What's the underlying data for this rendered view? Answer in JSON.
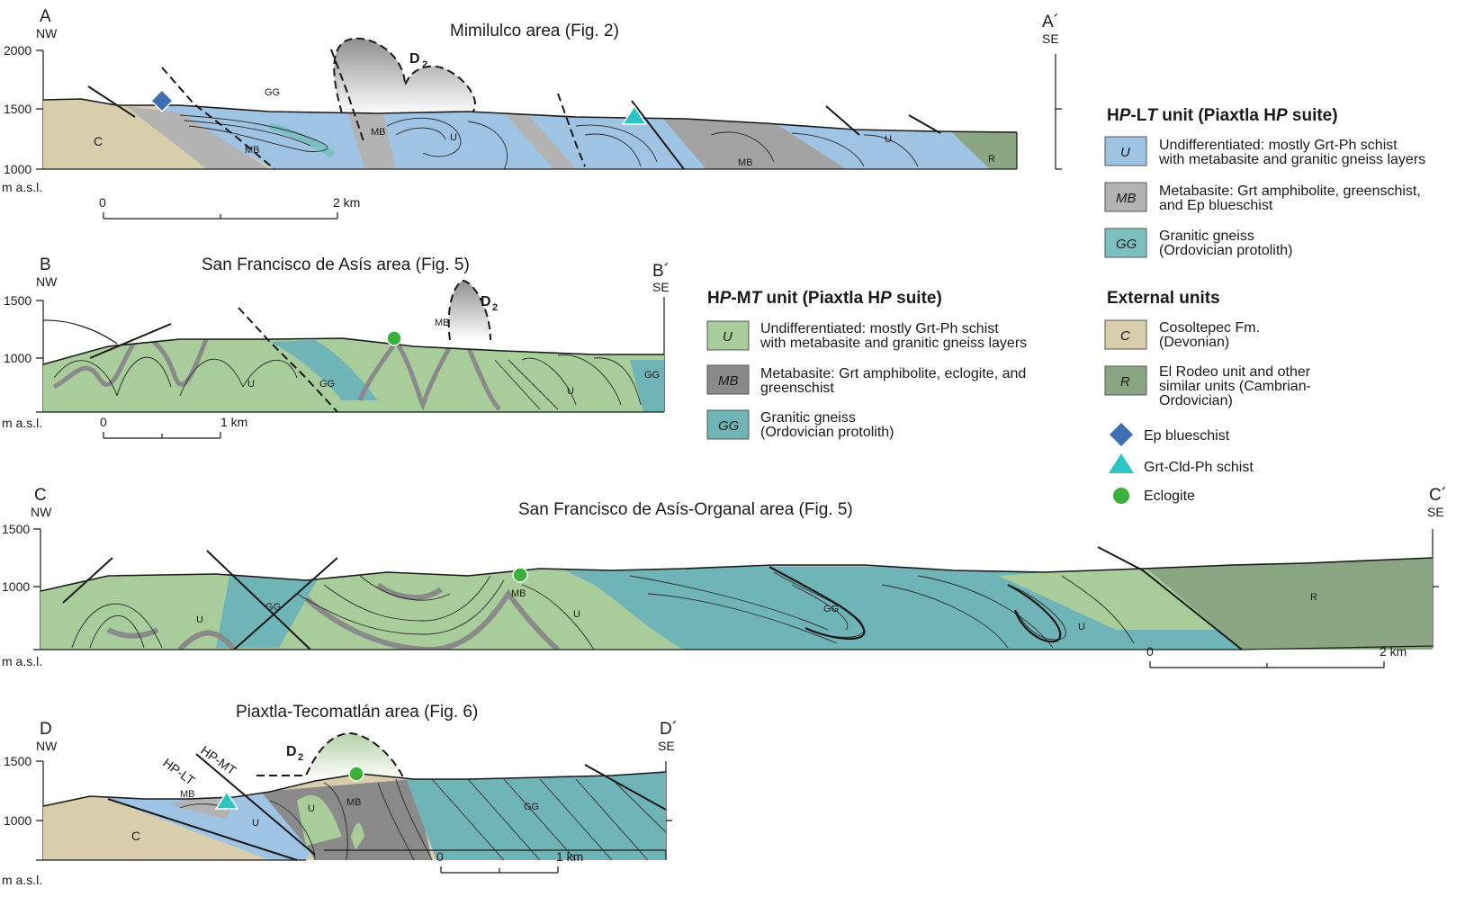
{
  "colors": {
    "hplt_u": "#9fc3e3",
    "metabasite": "#b3b3b3",
    "metabasite_dark": "#8a8a8a",
    "hplt_gg": "#7cbfc0",
    "hpmt_u": "#a8cc9a",
    "hpmt_gg": "#6fb4b6",
    "cosoltepec": "#d8ceab",
    "rodeo": "#8aa581",
    "blueschist": "#3f6fb0",
    "grt_cld": "#2ec4c4",
    "eclogite": "#3cb03c"
  },
  "sectionA": {
    "left_letter": "A",
    "left_dir": "NW",
    "right_letter": "A´",
    "right_dir": "SE",
    "title": "Mimilulco area (Fig. 2)",
    "y_ticks": [
      "2000",
      "1500",
      "1000"
    ],
    "unit": "m a.s.l.",
    "scale": [
      "0",
      "2 km"
    ],
    "labels": {
      "c": "C",
      "mb1": "MB",
      "gg": "GG",
      "mb2": "MB",
      "u1": "U",
      "mb3": "MB",
      "u2": "U",
      "r": "R",
      "d2": "D",
      "d2sub": "2"
    }
  },
  "sectionB": {
    "left_letter": "B",
    "left_dir": "NW",
    "right_letter": "B´",
    "right_dir": "SE",
    "title": "San Francisco de Asís area (Fig. 5)",
    "y_ticks": [
      "1500",
      "1000"
    ],
    "unit": "m a.s.l.",
    "scale": [
      "0",
      "1 km"
    ],
    "labels": {
      "u1": "U",
      "gg1": "GG",
      "mb": "MB",
      "u2": "U",
      "gg2": "GG",
      "d2": "D",
      "d2sub": "2"
    }
  },
  "sectionC": {
    "left_letter": "C",
    "left_dir": "NW",
    "right_letter": "C´",
    "right_dir": "SE",
    "title": "San Francisco de Asís-Organal area (Fig. 5)",
    "y_ticks": [
      "1500",
      "1000"
    ],
    "unit": "m a.s.l.",
    "scale": [
      "0",
      "2 km"
    ],
    "labels": {
      "u1": "U",
      "gg1": "GG",
      "mb": "MB",
      "u2": "U",
      "gg2": "GG",
      "u3": "U",
      "r": "R"
    }
  },
  "sectionD": {
    "left_letter": "D",
    "left_dir": "NW",
    "right_letter": "D´",
    "right_dir": "SE",
    "title": "Piaxtla-Tecomatlán area (Fig. 6)",
    "y_ticks": [
      "1500",
      "1000"
    ],
    "unit": "m a.s.l.",
    "scale": [
      "0",
      "1 km"
    ],
    "labels": {
      "c": "C",
      "mb1": "MB",
      "u1": "U",
      "u2": "U",
      "mb2": "MB",
      "gg": "GG",
      "hpmt": "HP-MT",
      "hplt": "HP-LT",
      "d2": "D",
      "d2sub": "2"
    }
  },
  "legend": {
    "hplt": {
      "heading_parts": [
        "H",
        "P",
        "-L",
        "T",
        " unit (Piaxtla H",
        "P",
        " suite)"
      ],
      "items": [
        {
          "code": "U",
          "line1": "Undifferentiated: mostly Grt-Ph schist",
          "line2": "with metabasite and granitic gneiss layers"
        },
        {
          "code": "MB",
          "line1": "Metabasite: Grt amphibolite, greenschist,",
          "line2": "and Ep blueschist"
        },
        {
          "code": "GG",
          "line1": "Granitic gneiss",
          "line2": "(Ordovician protolith)"
        }
      ]
    },
    "hpmt": {
      "heading_parts": [
        "H",
        "P",
        "-M",
        "T",
        " unit (Piaxtla H",
        "P",
        " suite)"
      ],
      "items": [
        {
          "code": "U",
          "line1": "Undifferentiated: mostly Grt-Ph schist",
          "line2": "with metabasite and granitic gneiss layers"
        },
        {
          "code": "MB",
          "line1": "Metabasite: Grt amphibolite, eclogite, and",
          "line2": "greenschist"
        },
        {
          "code": "GG",
          "line1": "Granitic gneiss",
          "line2": "(Ordovician protolith)"
        }
      ]
    },
    "external": {
      "heading": "External units",
      "items": [
        {
          "code": "C",
          "line1": "Cosoltepec Fm.",
          "line2": "(Devonian)",
          "line3": ""
        },
        {
          "code": "R",
          "line1": "El Rodeo unit and other",
          "line2": "similar units (Cambrian-",
          "line3": "Ordovician)"
        }
      ]
    },
    "symbols": [
      {
        "icon": "diamond-icon",
        "label": "Ep blueschist"
      },
      {
        "icon": "triangle-icon",
        "label": "Grt-Cld-Ph schist"
      },
      {
        "icon": "circle-icon",
        "label": "Eclogite"
      }
    ]
  }
}
